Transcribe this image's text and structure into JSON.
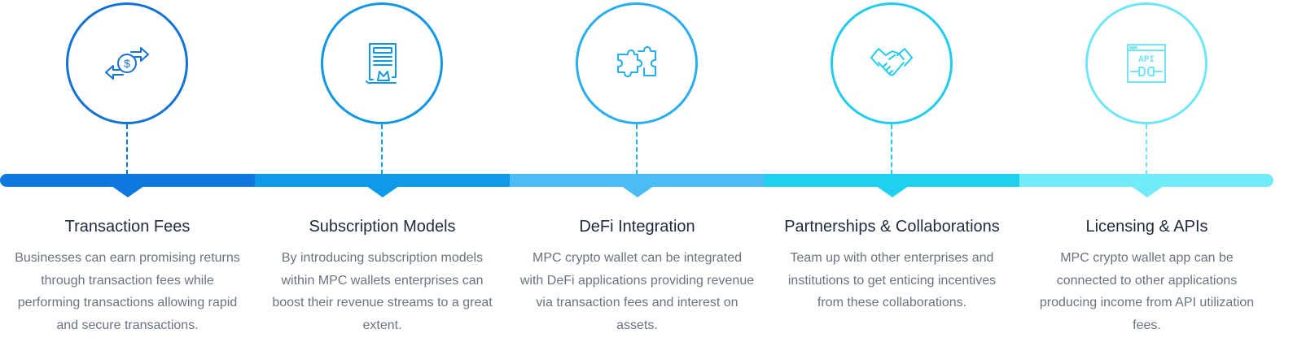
{
  "timeline": {
    "steps": [
      {
        "title": "Transaction Fees",
        "description": "Businesses can earn promising returns through transaction fees while performing transactions allowing rapid and secure transactions.",
        "icon": "currency-exchange-icon",
        "color": "#1273d4",
        "bar_color": "#0f78de"
      },
      {
        "title": "Subscription Models",
        "description": "By introducing subscription models within MPC wallets enterprises can boost their revenue streams to a great extent.",
        "icon": "certificate-document-icon",
        "color": "#0f97e5",
        "bar_color": "#0d9ae8"
      },
      {
        "title": "DeFi Integration",
        "description": "MPC crypto wallet can be integrated with DeFi applications providing revenue via transaction fees and interest on assets.",
        "icon": "puzzle-icon",
        "color": "#28aef0",
        "bar_color": "#4cbdf4"
      },
      {
        "title": "Partnerships & Collaborations",
        "description": "Team up with other enterprises and institutions to get enticing incentives from these collaborations.",
        "icon": "handshake-icon",
        "color": "#20ccee",
        "bar_color": "#1fd0f0"
      },
      {
        "title": "Licensing & APIs",
        "description": "MPC crypto wallet app can be connected to other applications producing income from API utilization fees.",
        "icon": "api-browser-icon",
        "color": "#6fe6f6",
        "bar_color": "#73ecfa"
      }
    ],
    "api_label": "API",
    "currency_symbol": "$"
  }
}
